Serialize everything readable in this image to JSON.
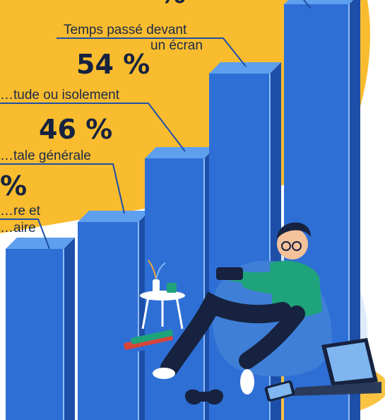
{
  "chart_data": {
    "type": "bar",
    "title": "",
    "xlabel": "",
    "ylabel": "",
    "series": [
      {
        "name": "",
        "values": [
          {
            "label_lines": [
              "Temps passé devant",
              "un écran"
            ],
            "value": 54,
            "value_text": "54 %"
          },
          {
            "label_lines": [
              "…tude ou isolement"
            ],
            "value": 46,
            "value_text": "46 %"
          },
          {
            "label_lines": [
              "…tale générale"
            ],
            "value": null,
            "value_text": "%"
          },
          {
            "label_lines": [
              "…re et",
              "…aire"
            ],
            "value": null,
            "value_text": ""
          }
        ]
      }
    ],
    "cut_off_top_value_text": "% "
  },
  "colors": {
    "background_blob": "#f9bc2e",
    "bar_front": "#2e6fd6",
    "bar_side": "#1d4fa8",
    "bar_top": "#5fa0ee",
    "leader_line": "#1d4fa8",
    "text_dark": "#16223f"
  },
  "illustration": {
    "description_icons": [
      "person-gaming-icon",
      "bean-bag-icon",
      "side-table-icon",
      "plant-vase-icon",
      "mug-icon",
      "laptop-icon",
      "smartphone-icon",
      "gamepad-icon",
      "books-icon"
    ]
  }
}
